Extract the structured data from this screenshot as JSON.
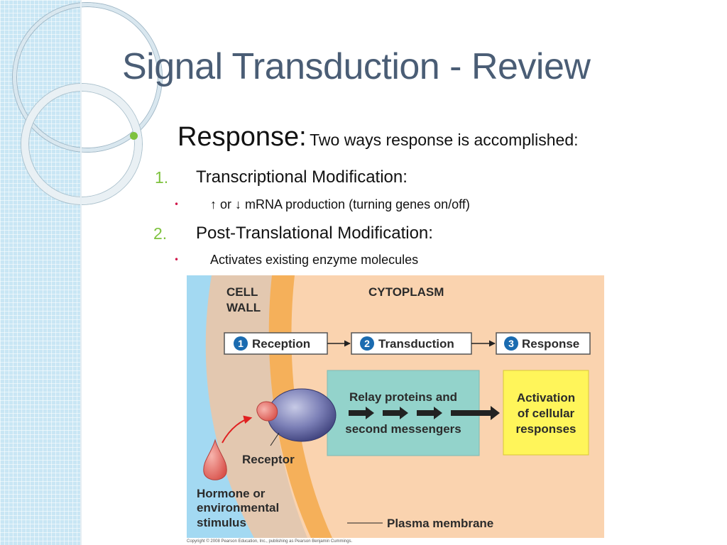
{
  "slide": {
    "title": "Signal Transduction - Review",
    "response_heading": "Response:",
    "response_text": "Two ways response is accomplished:",
    "items": [
      {
        "number": "1.",
        "label": "Transcriptional Modification:",
        "sub": "↑ or ↓ mRNA production (turning genes on/off)"
      },
      {
        "number": "2.",
        "label": "Post-Translational Modification:",
        "sub": "Activates existing enzyme molecules"
      }
    ]
  },
  "figure": {
    "cell_wall_line1": "CELL",
    "cell_wall_line2": "WALL",
    "cytoplasm": "CYTOPLASM",
    "steps": [
      {
        "number": "1",
        "label": "Reception"
      },
      {
        "number": "2",
        "label": "Transduction"
      },
      {
        "number": "3",
        "label": "Response"
      }
    ],
    "relay_line1": "Relay proteins and",
    "relay_line2": "second messengers",
    "activation_line1": "Activation",
    "activation_line2": "of cellular",
    "activation_line3": "responses",
    "receptor": "Receptor",
    "hormone_line1": "Hormone or",
    "hormone_line2": "environmental",
    "hormone_line3": "stimulus",
    "plasma_membrane": "Plasma membrane",
    "copyright": "Copyright © 2008 Pearson Education, Inc., publishing as Pearson Benjamin Cummings.",
    "colors": {
      "cell_wall": "#a3d9f2",
      "wall_band": "#e3c8b0",
      "membrane": "#f5b05a",
      "cytoplasm": "#fad3af",
      "step_circle": "#1a6bb0",
      "relay_box": "#93d3cb",
      "activation_box": "#fff55a",
      "receptor": "#7b7fb6",
      "hormone": "#e8736c"
    }
  }
}
